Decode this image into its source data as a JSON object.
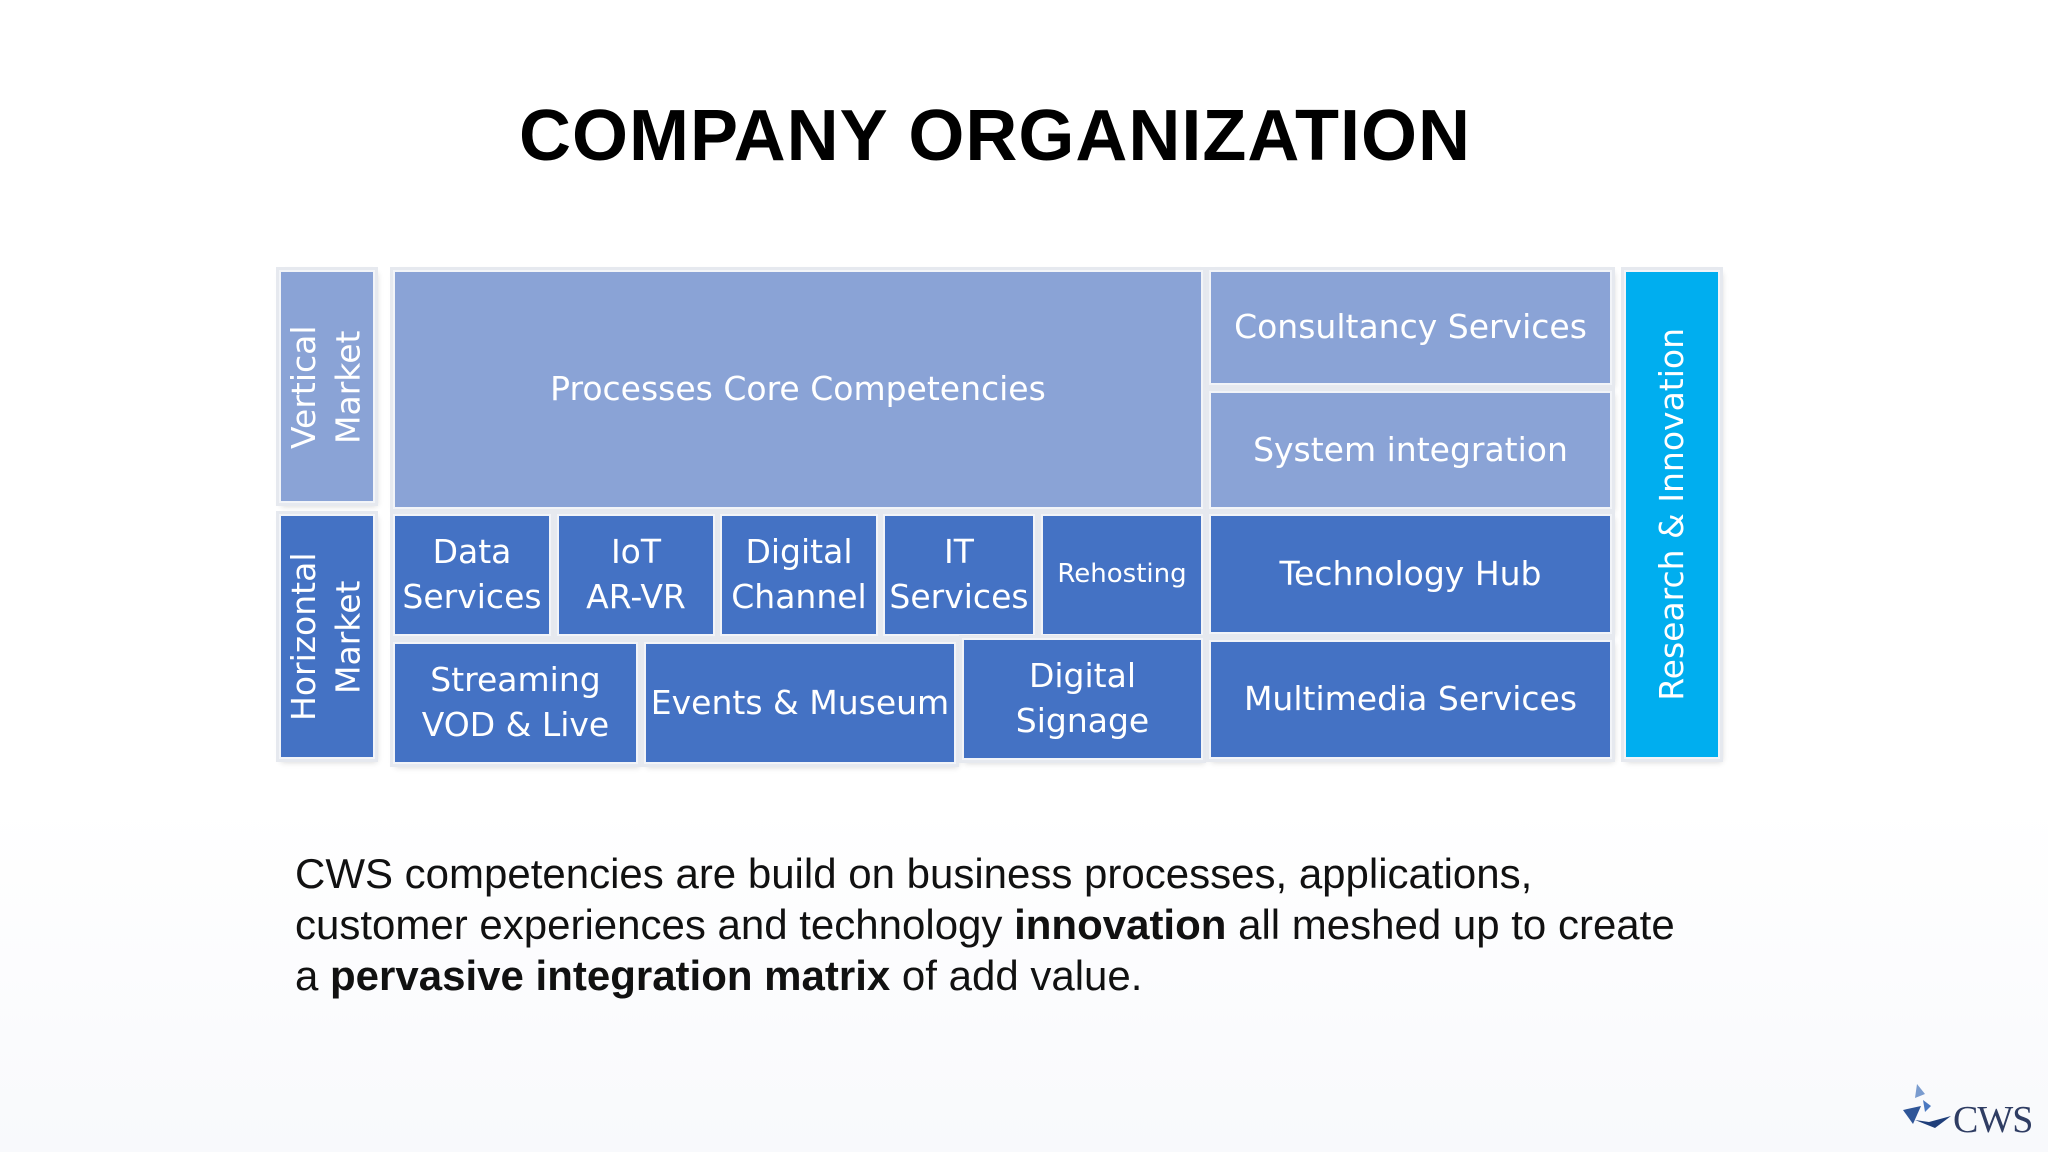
{
  "title": "COMPANY ORGANIZATION",
  "diagram": {
    "vertical_market": "Vertical Market",
    "horizontal_market": "Horizontal Market",
    "processes_core": "Processes Core Competencies",
    "consultancy": "Consultancy Services",
    "system_integration": "System integration",
    "data_services": [
      "Data",
      "Services"
    ],
    "iot": [
      "IoT",
      "AR-VR"
    ],
    "digital_channel": [
      "Digital",
      "Channel"
    ],
    "it_services": [
      "IT",
      "Services"
    ],
    "rehosting": "Rehosting",
    "technology_hub": "Technology Hub",
    "streaming": [
      "Streaming",
      "VOD & Live"
    ],
    "events_museum": "Events & Museum",
    "digital_signage": [
      "Digital",
      "Signage"
    ],
    "multimedia": "Multimedia Services",
    "research": "Research & Innovation"
  },
  "description": {
    "part1": "CWS competencies are build on business processes, applications, customer experiences and technology ",
    "bold1": "innovation",
    "part2": " all meshed up to create a ",
    "bold2": "pervasive integration matrix",
    "part3": " of add value."
  },
  "logo": {
    "text": "CWS"
  },
  "colors": {
    "light_blue": "#8aa3d6",
    "dark_blue": "#4472c4",
    "cyan": "#00aeef"
  }
}
